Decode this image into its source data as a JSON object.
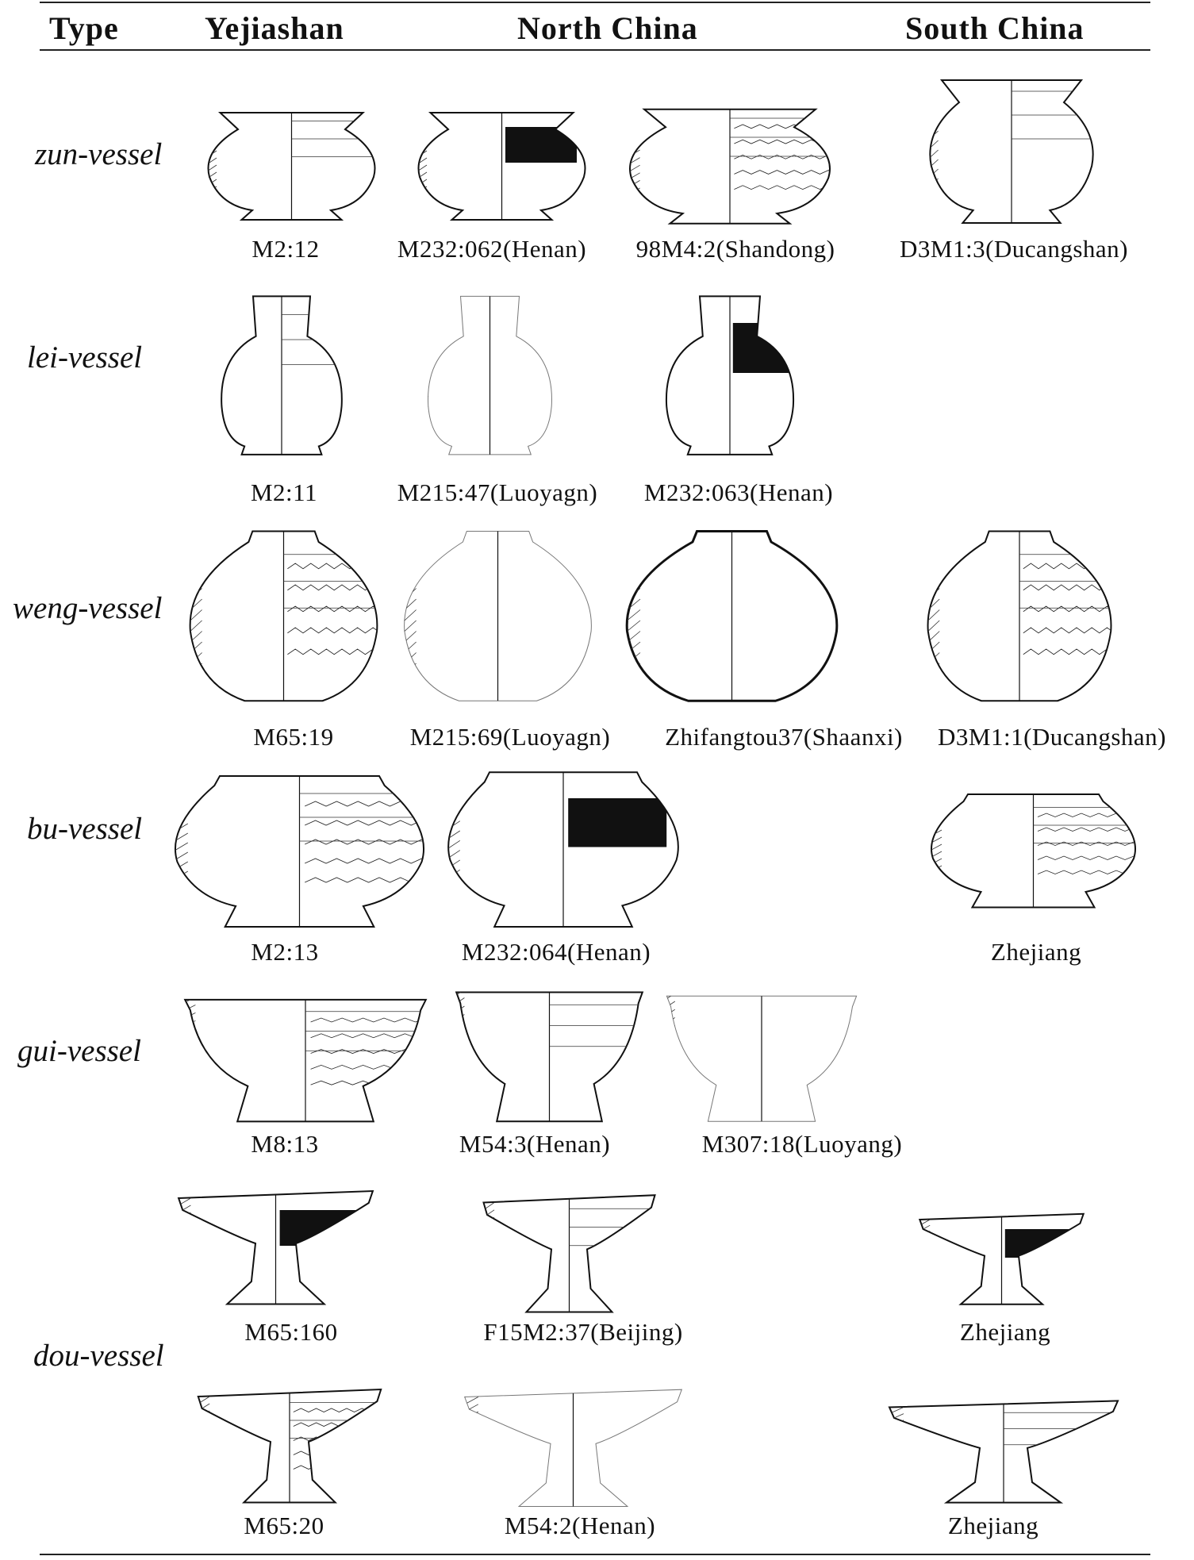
{
  "columns": {
    "type": "Type",
    "yejiashan": "Yejiashan",
    "north_china": "North China",
    "south_china": "South China"
  },
  "rows": {
    "zun": {
      "label": "zun-vessel",
      "captions": [
        "M2:12",
        "M232:062(Henan)",
        "98M4:2(Shandong)",
        "D3M1:3(Ducangshan)"
      ]
    },
    "lei": {
      "label": "lei-vessel",
      "captions": [
        "M2:11",
        "M215:47(Luoyagn)",
        "M232:063(Henan)"
      ]
    },
    "weng": {
      "label": "weng-vessel",
      "captions": [
        "M65:19",
        "M215:69(Luoyagn)",
        "Zhifangtou37(Shaanxi)",
        "D3M1:1(Ducangshan)"
      ]
    },
    "bu": {
      "label": "bu-vessel",
      "captions": [
        "M2:13",
        "M232:064(Henan)",
        "Zhejiang"
      ]
    },
    "gui": {
      "label": "gui-vessel",
      "captions": [
        "M8:13",
        "M54:3(Henan)",
        "M307:18(Luoyang)"
      ]
    },
    "dou": {
      "label": "dou-vessel",
      "captions": [
        "M65:160",
        "F15M2:37(Beijing)",
        "Zhejiang",
        "M65:20",
        "M54:2(Henan)",
        "Zhejiang"
      ]
    }
  },
  "icons": [
    "pottery-vessel-drawing"
  ]
}
